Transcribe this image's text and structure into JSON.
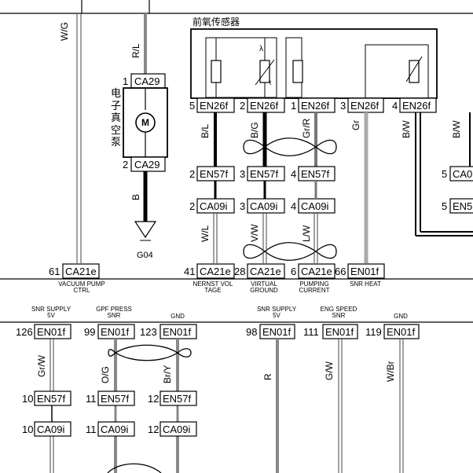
{
  "sensor": {
    "title": "前氧传感器",
    "pins": [
      {
        "pin": "5",
        "code": "EN26f"
      },
      {
        "pin": "2",
        "code": "EN26f"
      },
      {
        "pin": "1",
        "code": "EN26f"
      },
      {
        "pin": "3",
        "code": "EN26f"
      },
      {
        "pin": "4",
        "code": "EN26f"
      }
    ],
    "lambda_symbol": "λ",
    "t_symbol": "t"
  },
  "pump": {
    "label": "电子真空泵",
    "motor_symbol": "M",
    "top_pin": "1",
    "top_code": "CA29",
    "bottom_pin": "2",
    "bottom_code": "CA29",
    "ground_label": "G04"
  },
  "wires": {
    "wg": "W/G",
    "rl": "R/L",
    "b": "B",
    "bl": "B/L",
    "bg": "B/G",
    "grr": "Gr/R",
    "gr": "Gr",
    "bw1": "B/W",
    "bw2": "B/W",
    "wl": "W/L",
    "vw": "V/W",
    "lw": "L/W",
    "grw": "Gr/W",
    "og": "O/G",
    "bry": "Br/Y",
    "r": "R",
    "gw": "G/W",
    "wbr": "W/Br"
  },
  "mid_connectors": [
    {
      "pin": "2",
      "code": "EN57f"
    },
    {
      "pin": "3",
      "code": "EN57f"
    },
    {
      "pin": "4",
      "code": "EN57f"
    },
    {
      "pin": "2",
      "code": "CA09i"
    },
    {
      "pin": "3",
      "code": "CA09i"
    },
    {
      "pin": "4",
      "code": "CA09i"
    }
  ],
  "right_edge": [
    {
      "pin": "5",
      "code": "CA0"
    },
    {
      "pin": "5",
      "code": "EN5"
    }
  ],
  "ecu_top": [
    {
      "pin": "61",
      "code": "CA21e",
      "desc": "VACUUM PUMP CTRL"
    },
    {
      "pin": "41",
      "code": "CA21e",
      "desc": "NERNST VOL TAGE"
    },
    {
      "pin": "28",
      "code": "CA21e",
      "desc": "VIRTUAL GROUND"
    },
    {
      "pin": "6",
      "code": "CA21e",
      "desc": "PUMPING CURRENT"
    },
    {
      "pin": "66",
      "code": "EN01f",
      "desc": "SNR HEAT"
    }
  ],
  "ecu_bottom": [
    {
      "pin": "126",
      "code": "EN01f",
      "group": "SNR SUPPLY 5V"
    },
    {
      "pin": "99",
      "code": "EN01f",
      "group": "GPF PRESS SNR"
    },
    {
      "pin": "123",
      "code": "EN01f",
      "group": "GND"
    },
    {
      "pin": "98",
      "code": "EN01f",
      "group": "SNR SUPPLY 5V"
    },
    {
      "pin": "111",
      "code": "EN01f",
      "group": "ENG SPEED SNR"
    },
    {
      "pin": "119",
      "code": "EN01f",
      "group": "GND"
    }
  ],
  "bottom_connectors": [
    {
      "pin": "10",
      "code": "EN57f"
    },
    {
      "pin": "11",
      "code": "EN57f"
    },
    {
      "pin": "12",
      "code": "EN57f"
    },
    {
      "pin": "10",
      "code": "CA09i"
    },
    {
      "pin": "11",
      "code": "CA09i"
    },
    {
      "pin": "12",
      "code": "CA09i"
    }
  ]
}
